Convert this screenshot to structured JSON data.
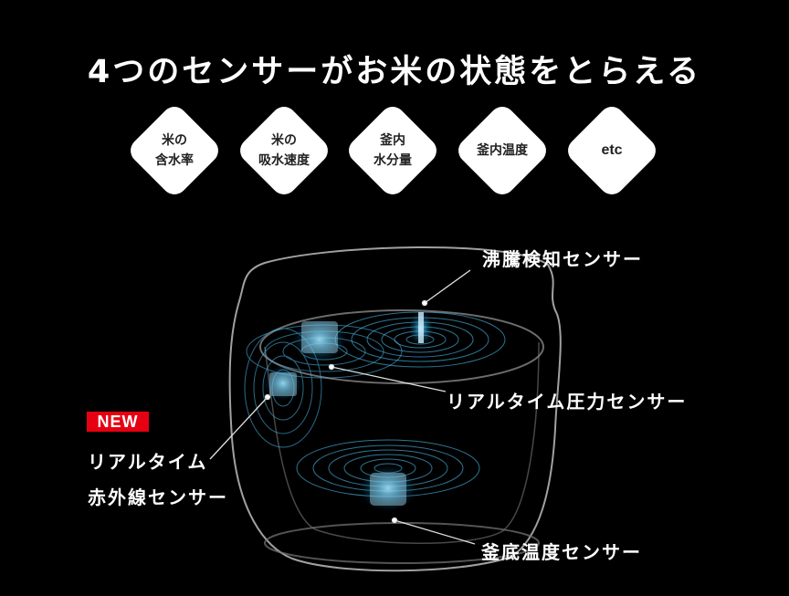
{
  "title": "4つのセンサーがお米の状態をとらえる",
  "measurements": [
    {
      "line1": "米の",
      "line2": "含水率"
    },
    {
      "line1": "米の",
      "line2": "吸水速度"
    },
    {
      "line1": "釜内",
      "line2": "水分量"
    },
    {
      "line1": "釜内温度",
      "line2": ""
    },
    {
      "line1": "etc",
      "line2": ""
    }
  ],
  "badge": {
    "text": "NEW",
    "color": "#e60012"
  },
  "sensors": {
    "boiling": "沸騰検知センサー",
    "pressure": "リアルタイム圧力センサー",
    "infrared_line1": "リアルタイム",
    "infrared_line2": "赤外線センサー",
    "bottom_temp": "釜底温度センサー"
  },
  "colors": {
    "background": "#000000",
    "glow": "#4fc3f7",
    "outline": "#bdbdbd"
  }
}
